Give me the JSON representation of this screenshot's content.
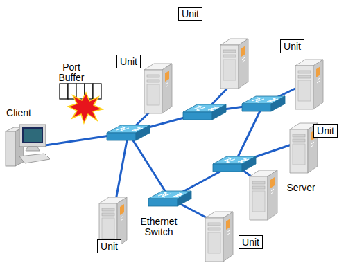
{
  "diagram": {
    "nodes": [
      {
        "text": [
          "Unit"
        ]
      },
      {
        "text": [
          "Unit"
        ]
      },
      {
        "text": [
          "Unit"
        ]
      },
      {
        "text": [
          "Unit"
        ]
      },
      {
        "text": [
          "Unit"
        ]
      },
      {
        "text": [
          "Unit"
        ]
      }
    ],
    "labels": [
      "Client",
      "Port Buffer",
      "Server",
      "Ethernet Switch"
    ]
  }
}
